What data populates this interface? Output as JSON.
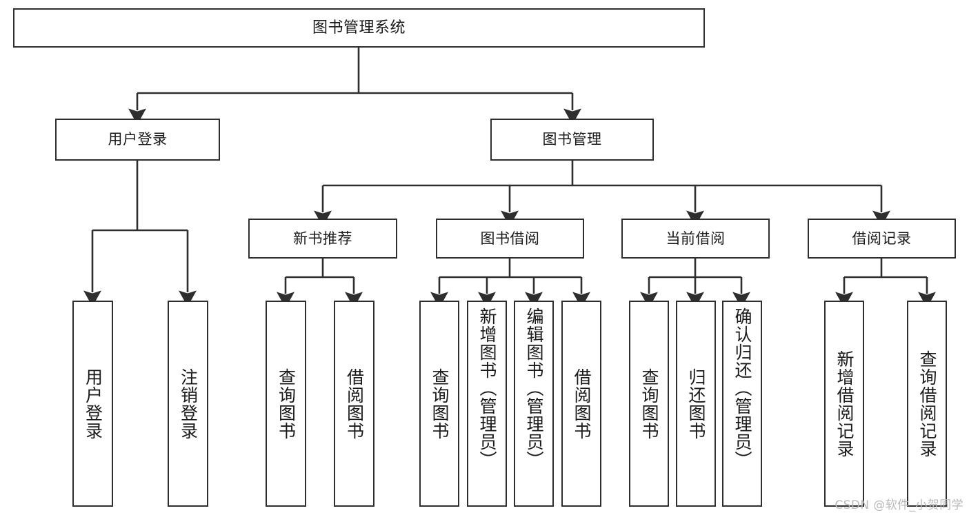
{
  "diagram": {
    "title": "图书管理系统",
    "type": "hierarchy-tree",
    "watermark": "CSDN @软件_小贺同学",
    "colors": {
      "background": "#ffffff",
      "box_border": "#2e2e2e",
      "box_fill": "#ffffff",
      "text": "#1a1a1a",
      "edge": "#2e2e2e",
      "watermark": "#b9b9b9"
    }
  },
  "nodes": {
    "root": {
      "label": "图书管理系统"
    },
    "level2": [
      {
        "id": "user-login",
        "label": "用户登录"
      },
      {
        "id": "book-manage",
        "label": "图书管理"
      }
    ],
    "level3": [
      {
        "id": "new-book-recommend",
        "label": "新书推荐"
      },
      {
        "id": "book-borrow",
        "label": "图书借阅"
      },
      {
        "id": "current-borrow",
        "label": "当前借阅"
      },
      {
        "id": "borrow-record",
        "label": "借阅记录"
      }
    ],
    "leaves": {
      "user_login": [
        {
          "id": "leaf-user-login",
          "label": "用户登录"
        },
        {
          "id": "leaf-logout-login",
          "label": "注销登录"
        }
      ],
      "new_book_recommend": [
        {
          "id": "leaf-query-book-1",
          "label": "查询图书"
        },
        {
          "id": "leaf-borrow-book-1",
          "label": "借阅图书"
        }
      ],
      "book_borrow": [
        {
          "id": "leaf-query-book-2",
          "label": "查询图书"
        },
        {
          "id": "leaf-add-book",
          "label": "新增图书（管理员）"
        },
        {
          "id": "leaf-edit-book",
          "label": "编辑图书（管理员）"
        },
        {
          "id": "leaf-borrow-book-2",
          "label": "借阅图书"
        }
      ],
      "current_borrow": [
        {
          "id": "leaf-query-book-3",
          "label": "查询图书"
        },
        {
          "id": "leaf-return-book",
          "label": "归还图书"
        },
        {
          "id": "leaf-confirm-return",
          "label": "确认归还（管理员）"
        }
      ],
      "borrow_record": [
        {
          "id": "leaf-add-record",
          "label": "新增借阅记录"
        },
        {
          "id": "leaf-query-record",
          "label": "查询借阅记录"
        }
      ]
    }
  },
  "edges": [
    {
      "from": "图书管理系统",
      "to": "用户登录"
    },
    {
      "from": "图书管理系统",
      "to": "图书管理"
    },
    {
      "from": "用户登录",
      "to": "用户登录"
    },
    {
      "from": "用户登录",
      "to": "注销登录"
    },
    {
      "from": "图书管理",
      "to": "新书推荐"
    },
    {
      "from": "图书管理",
      "to": "图书借阅"
    },
    {
      "from": "图书管理",
      "to": "当前借阅"
    },
    {
      "from": "图书管理",
      "to": "借阅记录"
    },
    {
      "from": "新书推荐",
      "to": "查询图书"
    },
    {
      "from": "新书推荐",
      "to": "借阅图书"
    },
    {
      "from": "图书借阅",
      "to": "查询图书"
    },
    {
      "from": "图书借阅",
      "to": "新增图书（管理员）"
    },
    {
      "from": "图书借阅",
      "to": "编辑图书（管理员）"
    },
    {
      "from": "图书借阅",
      "to": "借阅图书"
    },
    {
      "from": "当前借阅",
      "to": "查询图书"
    },
    {
      "from": "当前借阅",
      "to": "归还图书"
    },
    {
      "from": "当前借阅",
      "to": "确认归还（管理员）"
    },
    {
      "from": "借阅记录",
      "to": "新增借阅记录"
    },
    {
      "from": "借阅记录",
      "to": "查询借阅记录"
    }
  ]
}
